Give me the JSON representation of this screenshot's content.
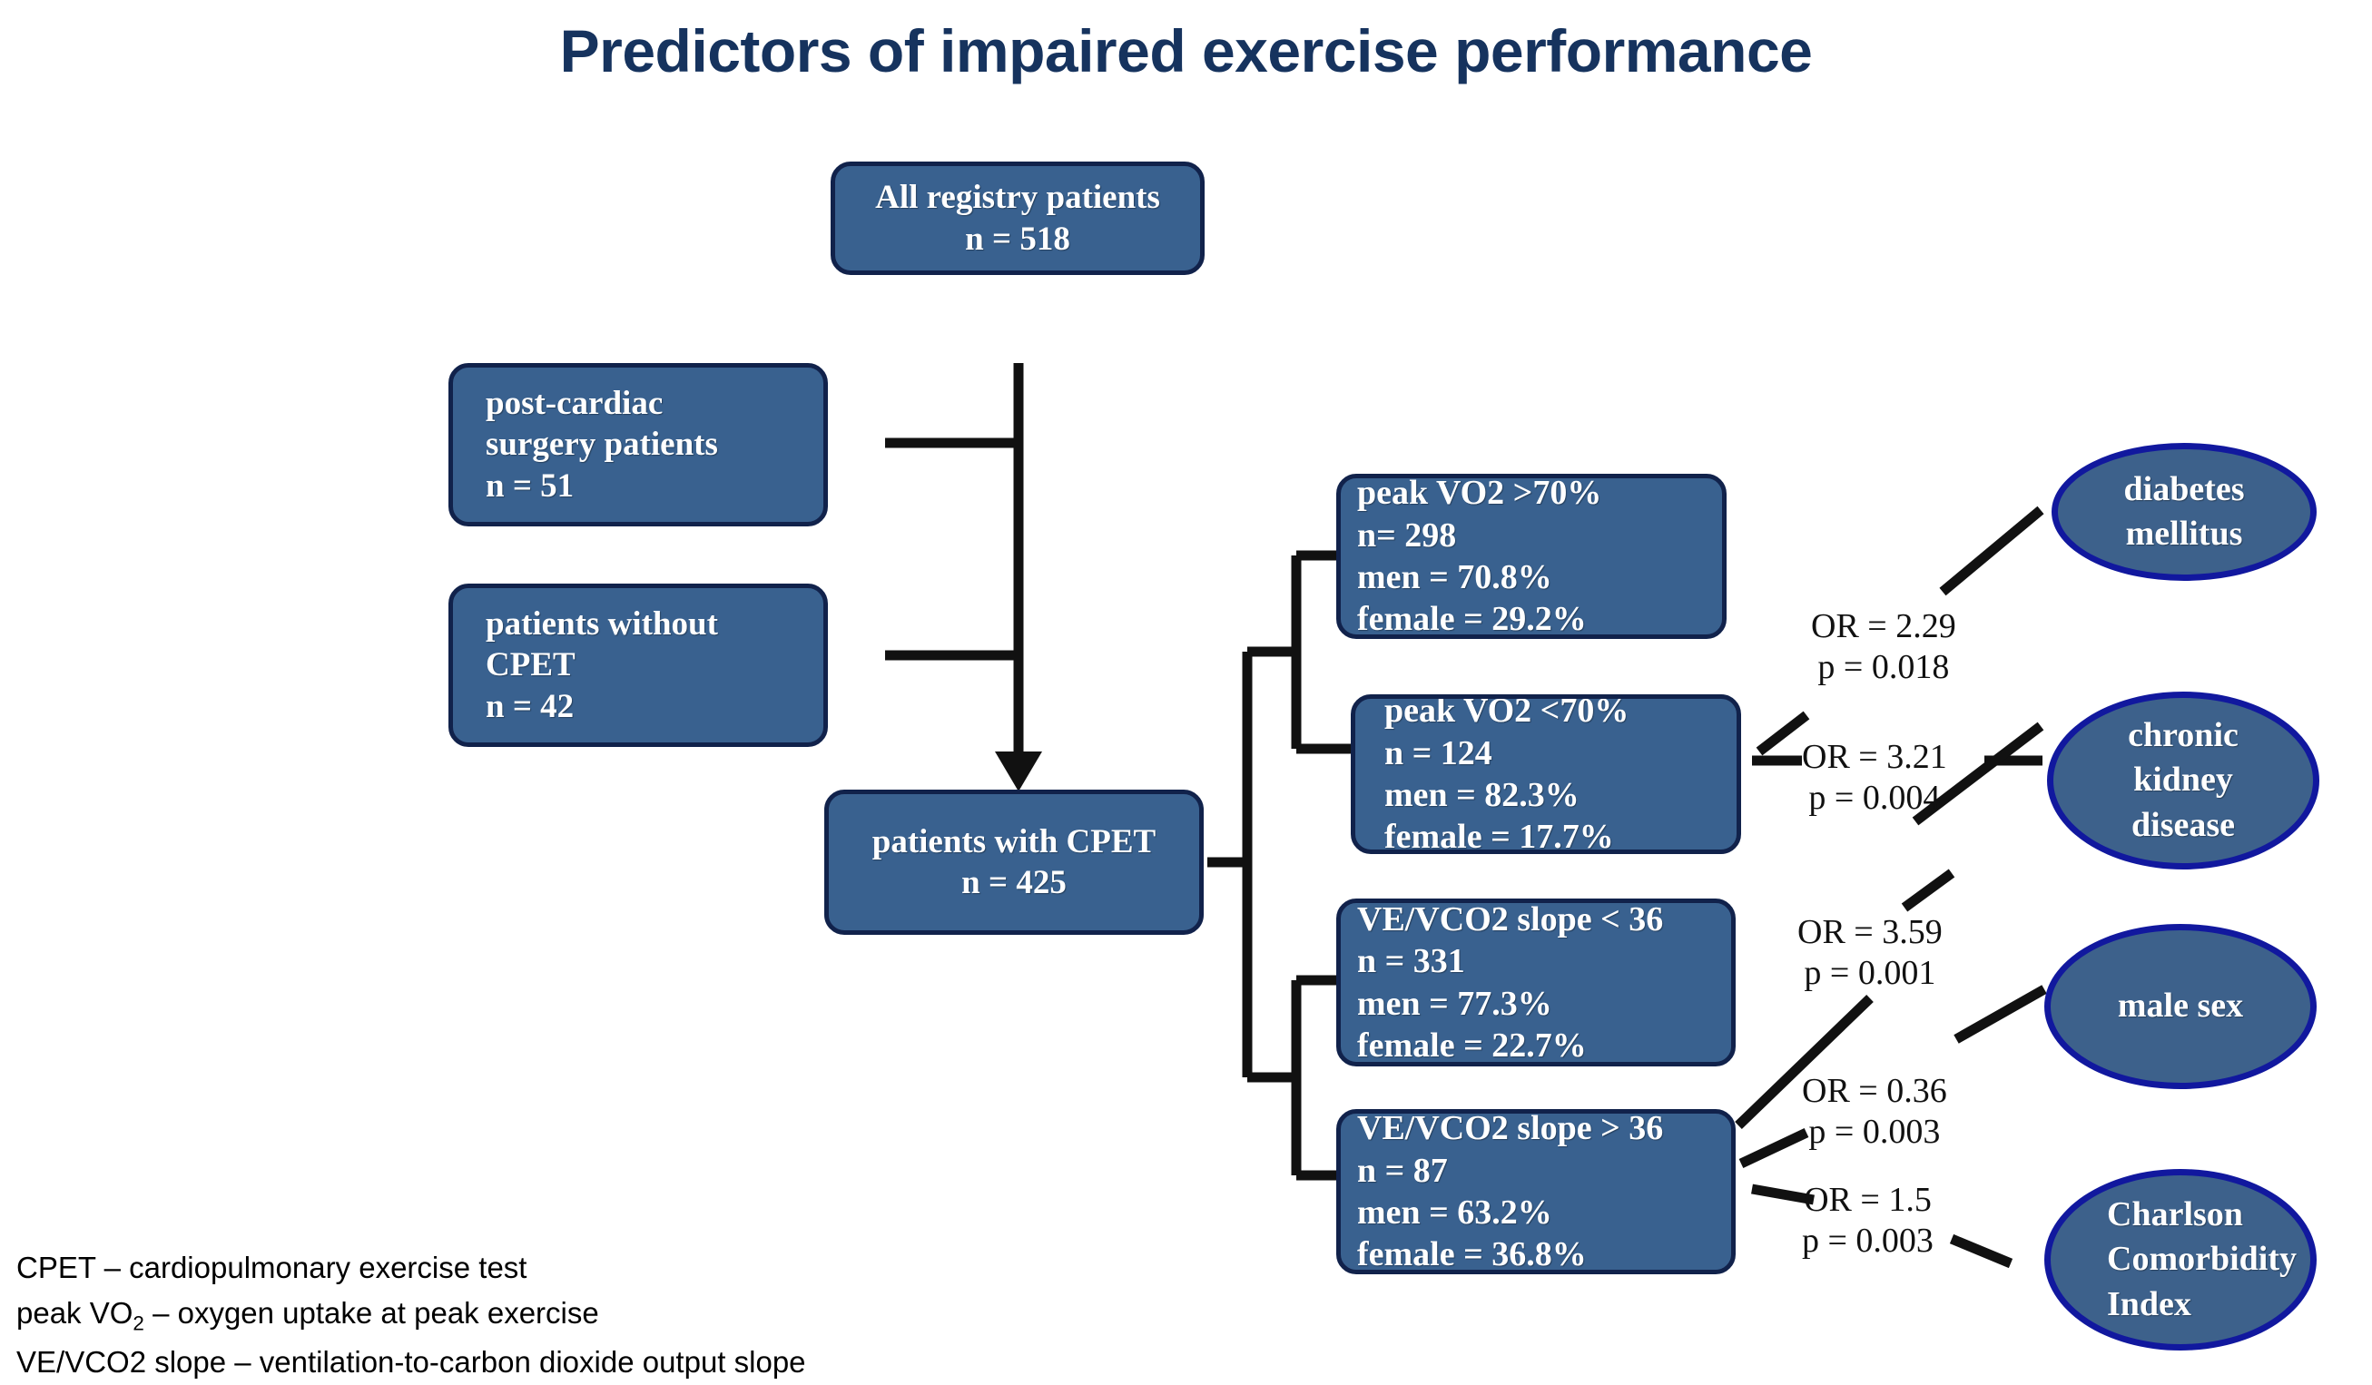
{
  "title": "Predictors of impaired exercise performance",
  "colors": {
    "title_navy": "#16335e",
    "box_fill": "#39618f",
    "box_border": "#11224b",
    "ellipse_fill": "#3d618b",
    "ellipse_border": "#11189e",
    "connector": "#111111",
    "background": "#ffffff"
  },
  "flow": {
    "all_patients": {
      "line1": "All registry patients",
      "line2": "n = 518"
    },
    "post_cardiac": {
      "line1": "post-cardiac",
      "line2": "surgery patients",
      "line3": "n = 51"
    },
    "without_cpet": {
      "line1": "patients without",
      "line2": "CPET",
      "line3": "n = 42"
    },
    "with_cpet": {
      "line1": "patients with CPET",
      "line2": "n = 425"
    }
  },
  "groups": [
    {
      "key": "vo2_high",
      "line1": "peak VO2 >70%",
      "line2": "n= 298",
      "line3": "men = 70.8%",
      "line4": "female = 29.2%"
    },
    {
      "key": "vo2_low",
      "line1": "peak VO2 <70%",
      "line2": "n = 124",
      "line3": "men = 82.3%",
      "line4": "female = 17.7%"
    },
    {
      "key": "ve_low",
      "line1": "VE/VCO2 slope < 36",
      "line2": "n = 331",
      "line3": "men = 77.3%",
      "line4": "female = 22.7%"
    },
    {
      "key": "ve_high",
      "line1": "VE/VCO2 slope > 36",
      "line2": "n = 87",
      "line3": "men = 63.2%",
      "line4": "female = 36.8%"
    }
  ],
  "predictors": [
    {
      "key": "diabetes",
      "line1": "diabetes",
      "line2": "mellitus",
      "line3": ""
    },
    {
      "key": "ckd",
      "line1": "chronic",
      "line2": "kidney",
      "line3": "disease"
    },
    {
      "key": "male_sex",
      "line1": "male sex",
      "line2": "",
      "line3": ""
    },
    {
      "key": "charlson",
      "line1": "Charlson",
      "line2": "Comorbidity",
      "line3": "Index"
    }
  ],
  "associations": [
    {
      "key": "assoc-1",
      "or": "OR = 2.29",
      "p": "p = 0.018"
    },
    {
      "key": "assoc-2",
      "or": "OR = 3.21",
      "p": "p = 0.004"
    },
    {
      "key": "assoc-3",
      "or": "OR = 3.59",
      "p": "p = 0.001"
    },
    {
      "key": "assoc-4",
      "or": "OR = 0.36",
      "p": "p = 0.003"
    },
    {
      "key": "assoc-5",
      "or": "OR = 1.5",
      "p": "p = 0.003"
    }
  ],
  "footnotes": {
    "line1": "CPET – cardiopulmonary exercise test",
    "line2_a": "peak VO",
    "line2_sub": "2",
    "line2_b": " – oxygen uptake at peak exercise",
    "line3": "VE/VCO2 slope  – ventilation-to-carbon dioxide output slope"
  }
}
